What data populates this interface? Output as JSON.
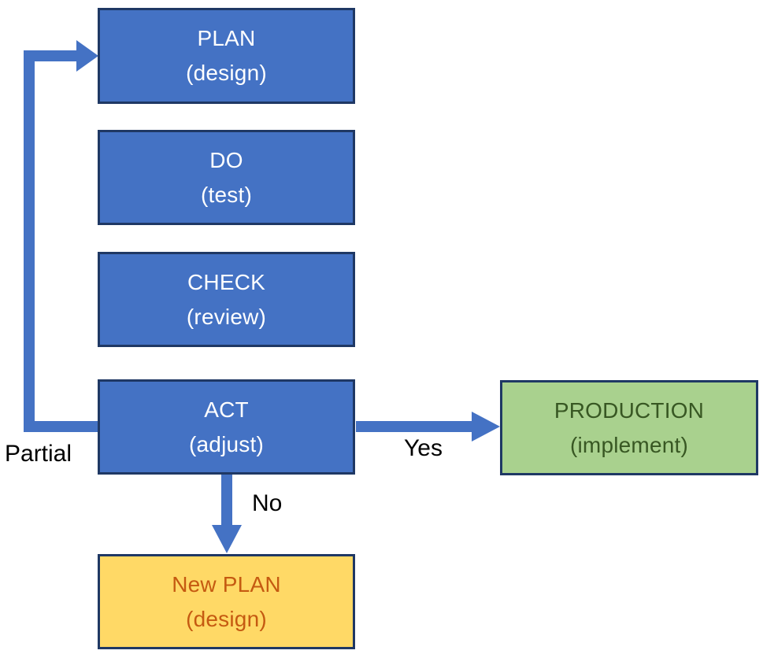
{
  "diagram": {
    "type": "flowchart",
    "nodes": [
      {
        "id": "plan",
        "line1": "PLAN",
        "line2": "(design)",
        "fill": "#4472C4",
        "border": "#1F3864",
        "text_color": "#FFFFFF"
      },
      {
        "id": "do",
        "line1": "DO",
        "line2": "(test)",
        "fill": "#4472C4",
        "border": "#1F3864",
        "text_color": "#FFFFFF"
      },
      {
        "id": "check",
        "line1": "CHECK",
        "line2": "(review)",
        "fill": "#4472C4",
        "border": "#1F3864",
        "text_color": "#FFFFFF"
      },
      {
        "id": "act",
        "line1": "ACT",
        "line2": "(adjust)",
        "fill": "#4472C4",
        "border": "#1F3864",
        "text_color": "#FFFFFF"
      },
      {
        "id": "production",
        "line1": "PRODUCTION",
        "line2": "(implement)",
        "fill": "#A9D18E",
        "border": "#1F3864",
        "text_color": "#385723"
      },
      {
        "id": "new-plan",
        "line1": "New PLAN",
        "line2": "(design)",
        "fill": "#FFD966",
        "border": "#1F3864",
        "text_color": "#C55A11"
      }
    ],
    "edges": [
      {
        "id": "partial",
        "label": "Partial",
        "from": "act",
        "to": "plan"
      },
      {
        "id": "yes",
        "label": "Yes",
        "from": "act",
        "to": "production"
      },
      {
        "id": "no",
        "label": "No",
        "from": "act",
        "to": "new-plan"
      }
    ],
    "edge_labels": {
      "partial": "Partial",
      "yes": "Yes",
      "no": "No"
    },
    "arrow_color": "#4472C4"
  }
}
